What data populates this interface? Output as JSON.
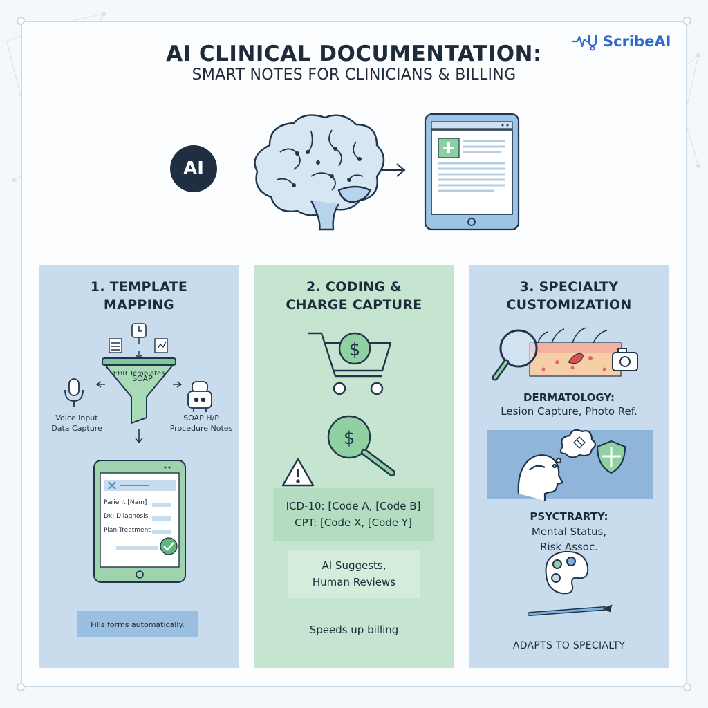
{
  "header": {
    "title": "AI CLINICAL DOCUMENTATION:",
    "subtitle": "SMART NOTES FOR CLINICIANS & BILLING",
    "brand_name": "ScribeAI"
  },
  "hero": {
    "badge": "AI"
  },
  "panels": [
    {
      "title_line1": "1. TEMPLATE",
      "title_line2": "MAPPING",
      "soap_label": "SOAP",
      "funnel_label": "EHR Templates",
      "left_caption_1": "Voice Input",
      "left_caption_2": "Data Capture",
      "right_caption_1": "SOAP H/P",
      "right_caption_2": "Procedure Notes",
      "form_row_1": "Parient [Nam]",
      "form_row_2": "Dx: Dilagnosis",
      "form_row_3": "Plan Treatment",
      "footer": "Fills forms automatically."
    },
    {
      "title_line1": "2. CODING &",
      "title_line2": "CHARGE CAPTURE",
      "code_line_1": "ICD-10: [Code A, [Code B]",
      "code_line_2": "CPT: [Code X, [Code Y]",
      "review_line_1": "AI Suggests,",
      "review_line_2": "Human Reviews",
      "footer": "Speeds up billing"
    },
    {
      "title_line1": "3. SPECIALTY",
      "title_line2": "CUSTOMIZATION",
      "derm_heading": "DERMATOLOGY:",
      "derm_sub": "Lesion Capture, Photo Ref.",
      "psych_heading": "PSYCTRARTY:",
      "psych_sub_1": "Mental Status,",
      "psych_sub_2": "Risk Assoc.",
      "footer": "ADAPTS TO SPECIALTY"
    }
  ],
  "colors": {
    "panel_blue": "#c8dcee",
    "panel_green": "#c6e5d1",
    "navy": "#1d2b3a",
    "brand_blue": "#2f6ad0",
    "accent_green": "#5fb87a"
  }
}
